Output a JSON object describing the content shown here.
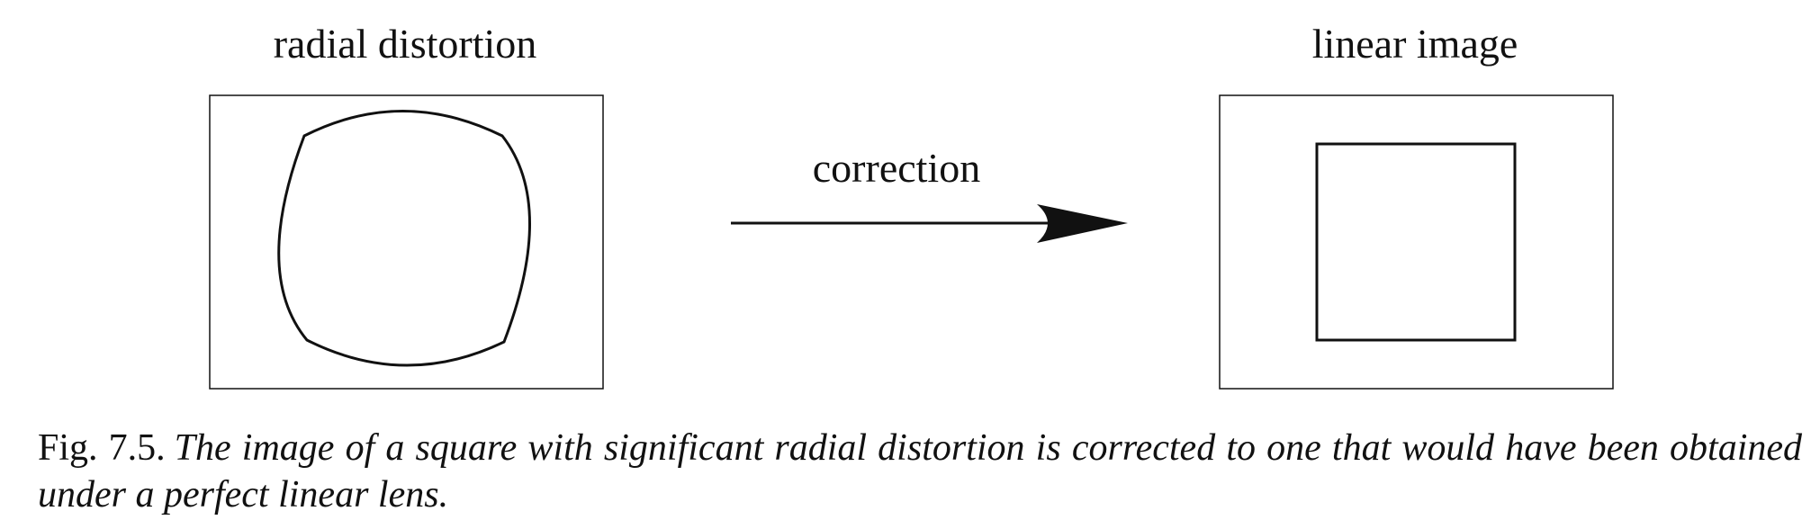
{
  "figure": {
    "left_panel_title": "radial distortion",
    "arrow_label": "correction",
    "right_panel_title": "linear image",
    "stroke_color": "#111111"
  },
  "caption": {
    "label": "Fig. 7.5.",
    "text": "The image of a square with significant radial distortion is corrected to one that would have been obtained under a perfect linear lens."
  }
}
